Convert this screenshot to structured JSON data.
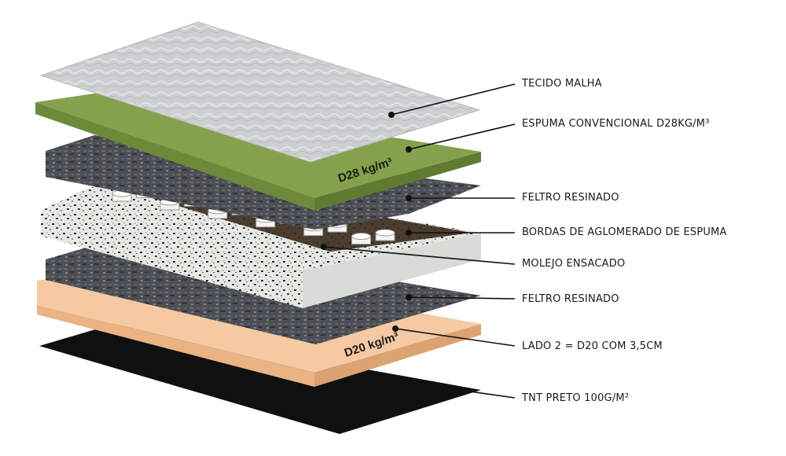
{
  "labels": {
    "tecido": "TECIDO MALHA",
    "espuma": "ESPUMA CONVENCIONAL D28KG/M³",
    "feltro1": "FELTRO RESINADO",
    "bordas": "BORDAS DE AGLOMERADO DE ESPUMA",
    "molejo": "MOLEJO ENSACADO",
    "feltro2": "FELTRO RESINADO",
    "lado2": "LADO 2 = D20 COM 3,5CM",
    "tnt": "TNT PRETO 100G/M²"
  },
  "density": {
    "top": "D28 kg/m³",
    "bottom": "D20 kg/m³"
  },
  "colors": {
    "tecido": "#cfd1d2",
    "espuma_top": "#84a24c",
    "espuma_side": "#6d8a3a",
    "feltro": "#4a4d52",
    "aglomerado": "#e4e6e2",
    "d20_top": "#f5c9a2",
    "d20_side": "#e9b383",
    "tnt": "#101010"
  }
}
